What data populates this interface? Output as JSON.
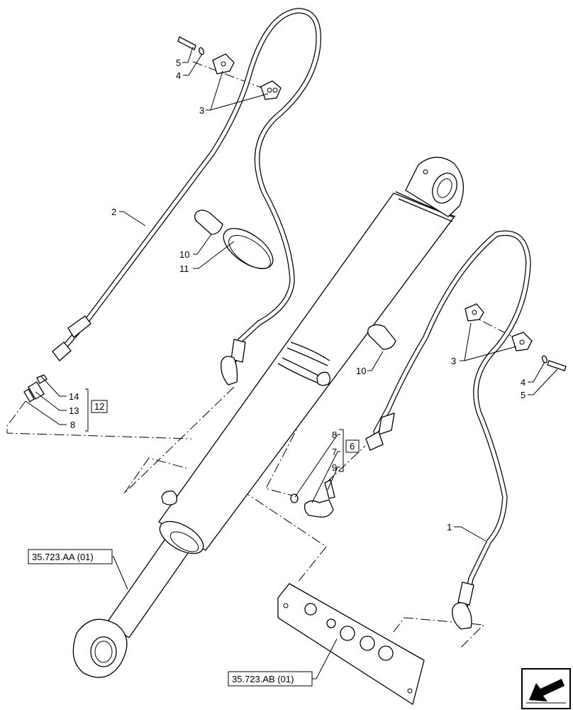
{
  "callouts": {
    "hose_right": "1",
    "hose_left": "2",
    "clamp_left": "3",
    "clamp_right": "3",
    "washer_left": "4",
    "washer_right": "4",
    "bolt_left": "5",
    "bolt_right": "5",
    "kit_right": "6",
    "fitting_right": "7",
    "oring_left": "8",
    "oring_right": "8",
    "plug_right": "9",
    "strap_top": "10",
    "strap_right": "10",
    "band": "11",
    "kit_left": "12",
    "fitting_left": "13",
    "seal_left": "14"
  },
  "references": {
    "cylinder": "35.723.AA (01)",
    "valve_block": "35.723.AB (01)"
  },
  "nav_icon": "arrow-back-icon"
}
